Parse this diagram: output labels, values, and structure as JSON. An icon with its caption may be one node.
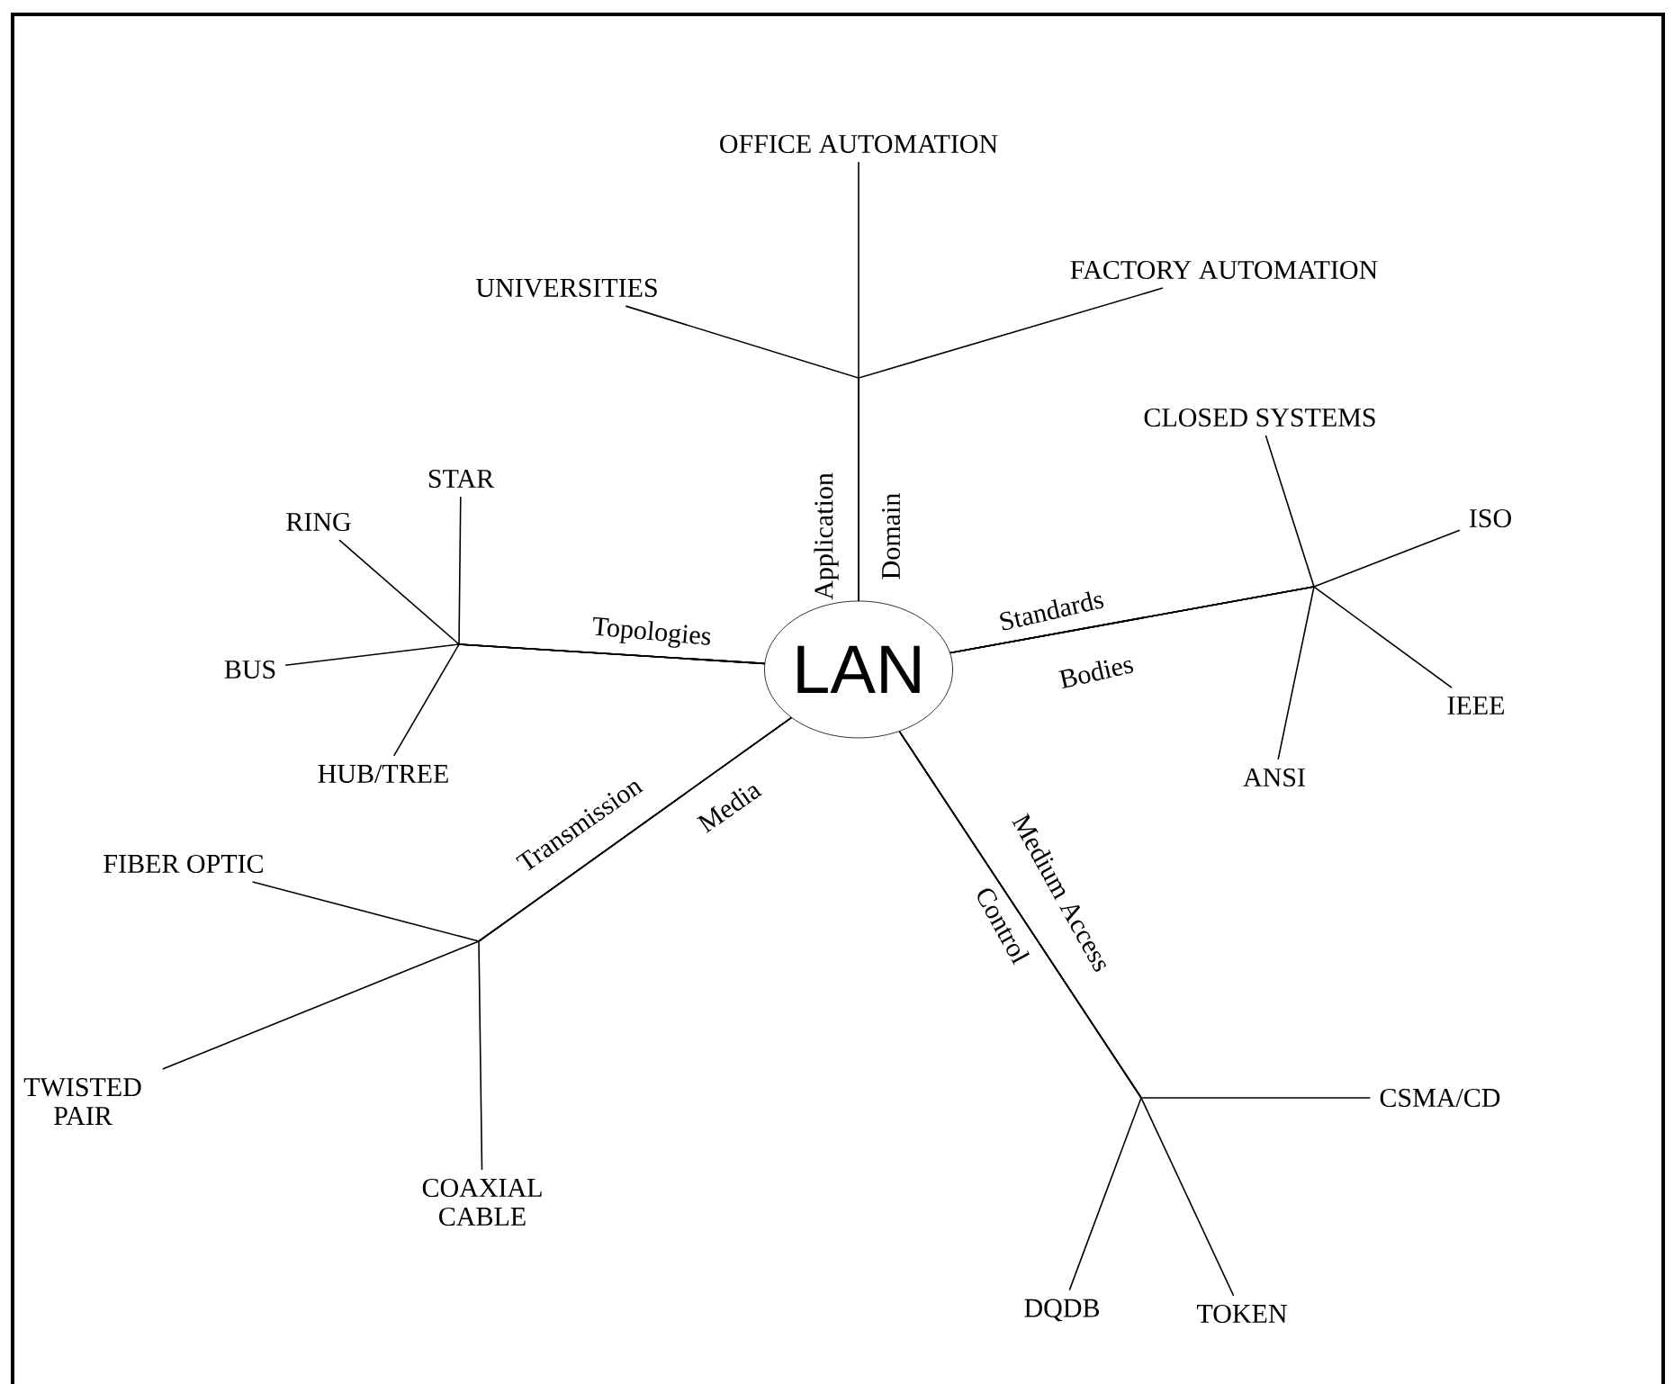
{
  "diagram": {
    "nodes": [
      {
        "text": [
          "LAN"
        ]
      },
      {
        "text": [
          "OFFICE AUTOMATION"
        ]
      },
      {
        "text": [
          "UNIVERSITIES"
        ]
      },
      {
        "text": [
          "FACTORY AUTOMATION"
        ]
      },
      {
        "text": [
          "STAR"
        ]
      },
      {
        "text": [
          "RING"
        ]
      },
      {
        "text": [
          "BUS"
        ]
      },
      {
        "text": [
          "HUB/TREE"
        ]
      },
      {
        "text": [
          "CLOSED SYSTEMS"
        ]
      },
      {
        "text": [
          "ISO"
        ]
      },
      {
        "text": [
          "IEEE"
        ]
      },
      {
        "text": [
          "ANSI"
        ]
      },
      {
        "text": [
          "FIBER OPTIC"
        ]
      },
      {
        "text": [
          "TWISTED PAIR"
        ]
      },
      {
        "text": [
          "COAXIAL CABLE"
        ]
      },
      {
        "text": [
          "CSMA/CD"
        ]
      },
      {
        "text": [
          "DQDB"
        ]
      },
      {
        "text": [
          "TOKEN"
        ]
      }
    ],
    "edges": [
      {
        "from": 0,
        "to": 1,
        "arrow": "none"
      },
      {
        "from": 0,
        "to": 2,
        "arrow": "none"
      },
      {
        "from": 0,
        "to": 3,
        "arrow": "none"
      },
      {
        "from": 0,
        "to": 4,
        "arrow": "none"
      },
      {
        "from": 0,
        "to": 5,
        "arrow": "none"
      },
      {
        "from": 0,
        "to": 6,
        "arrow": "none"
      },
      {
        "from": 0,
        "to": 7,
        "arrow": "none"
      },
      {
        "from": 0,
        "to": 8,
        "arrow": "none"
      },
      {
        "from": 0,
        "to": 9,
        "arrow": "none"
      },
      {
        "from": 0,
        "to": 10,
        "arrow": "none"
      },
      {
        "from": 0,
        "to": 11,
        "arrow": "none"
      },
      {
        "from": 0,
        "to": 12,
        "arrow": "none"
      },
      {
        "from": 0,
        "to": 13,
        "arrow": "none"
      },
      {
        "from": 0,
        "to": 14,
        "arrow": "none"
      },
      {
        "from": 0,
        "to": 15,
        "arrow": "none"
      },
      {
        "from": 0,
        "to": 16,
        "arrow": "none"
      },
      {
        "from": 0,
        "to": 17,
        "arrow": "none"
      }
    ],
    "labels": [
      "Application",
      "Domain",
      "Topologies",
      "Standards",
      "Bodies",
      "Transmission",
      "Media",
      "Medium Access",
      "Control"
    ]
  }
}
